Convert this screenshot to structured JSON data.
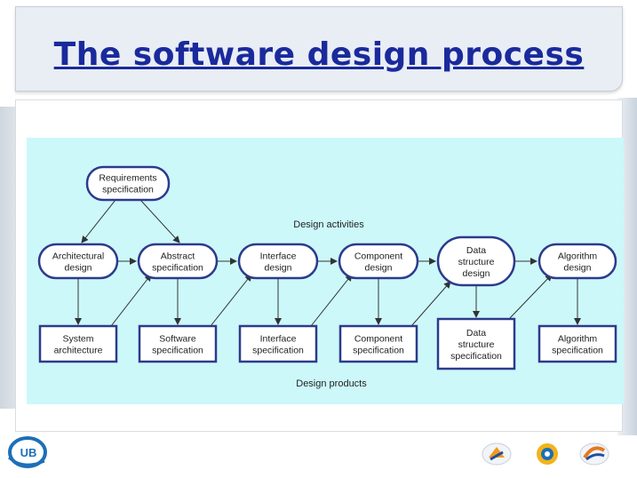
{
  "slide": {
    "title": "The software design process"
  },
  "diagram": {
    "top_node": "Requirements\nspecification",
    "activities_label": "Design activities",
    "products_label": "Design products",
    "activities": [
      "Architectural\ndesign",
      "Abstract\nspecification",
      "Interface\ndesign",
      "Component\ndesign",
      "Data\nstructure\ndesign",
      "Algorithm\ndesign"
    ],
    "products": [
      "System\narchitecture",
      "Software\nspecification",
      "Interface\nspecification",
      "Component\nspecification",
      "Data\nstructure\nspecification",
      "Algorithm\nspecification"
    ],
    "colors": {
      "background": "#ccf8fa",
      "node_fill": "#ffffff",
      "node_stroke": "#2d3a8c",
      "arrow": "#333333",
      "title": "#1a2a9c"
    }
  },
  "logos": {
    "left": "UB",
    "right_icons": [
      "logo-1-icon",
      "logo-2-icon",
      "logo-3-icon"
    ]
  }
}
